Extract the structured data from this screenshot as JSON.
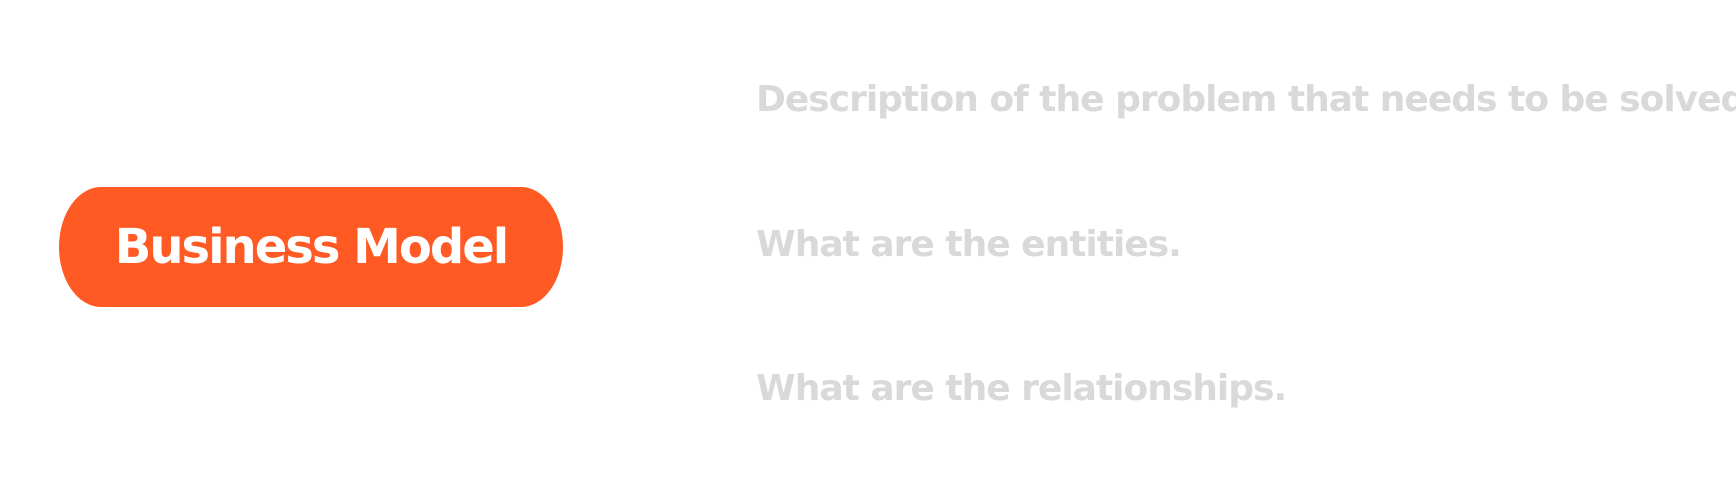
{
  "main": {
    "label": "Business Model"
  },
  "descriptions": [
    "Description of the problem that needs to be solved.",
    "What are the entities.",
    "What are the relationships."
  ],
  "colors": {
    "accent": "#ff5a24",
    "label_text": "#ffffff",
    "description_text": "#d9d9d9",
    "background": "#ffffff"
  }
}
